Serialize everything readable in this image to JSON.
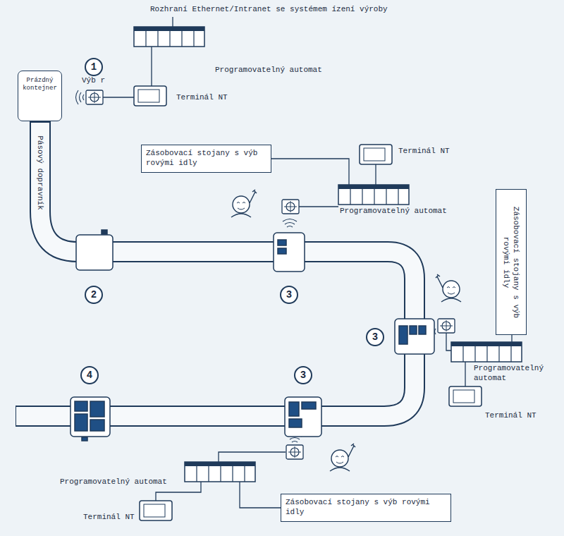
{
  "diagram": {
    "nodes": [
      {
        "text": [
          "Prázdný kontejner"
        ]
      },
      {
        "text": [
          "Zásobovací stojany s výb rovými idly"
        ]
      },
      {
        "text": [
          "Zásobovací stojany s výb rovými idly"
        ]
      },
      {
        "text": [
          "Zásobovací stojany s výb rovými idly"
        ]
      }
    ],
    "labels": [
      "Rozhraní Ethernet/Intranet se systémem ízení výroby",
      "Programovatelný automat",
      "1",
      "Výb r",
      "Terminál NT",
      "Pásový dopravník",
      "Terminál NT",
      "Programovatelný automat",
      "2",
      "3",
      "3",
      "Programovatelný automat",
      "Terminál NT",
      "4",
      "3",
      "Programovatelný automat",
      "Terminál NT"
    ]
  }
}
